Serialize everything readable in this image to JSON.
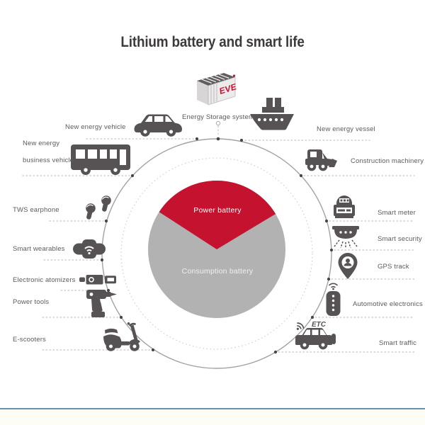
{
  "title": "Lithium battery and smart life",
  "pie": {
    "power_label": "Power battery",
    "consumption_label": "Consumption battery",
    "power_sweep_deg": 117,
    "power_share_pct_est": 32.5,
    "consumption_share_pct_est": 67.5
  },
  "storage": {
    "label": "Energy Storage system",
    "logo": "EVE",
    "icon": "battery-container-icon"
  },
  "left": [
    {
      "label": "New energy vehicle",
      "icon": "suv-car-icon"
    },
    {
      "lines": [
        "New energy",
        "business vehicle"
      ],
      "icon": "bus-icon"
    },
    {
      "label": "TWS earphone",
      "icon": "earbuds-icon"
    },
    {
      "label": "Smart wearables",
      "icon": "smart-band-wifi-icon"
    },
    {
      "label": "Electronic atomizers",
      "icon": "vape-pen-icon"
    },
    {
      "label": "Power tools",
      "icon": "drill-icon"
    },
    {
      "label": "E-scooters",
      "icon": "scooter-icon"
    }
  ],
  "right": [
    {
      "label": "New energy vessel",
      "icon": "ship-icon"
    },
    {
      "label": "Construction machinery",
      "icon": "loader-icon"
    },
    {
      "label": "Smart meter",
      "icon": "electric-meter-icon"
    },
    {
      "label": "Smart security",
      "icon": "dome-camera-icon"
    },
    {
      "label": "GPS track",
      "icon": "map-pin-person-icon"
    },
    {
      "label": "Automotive electronics",
      "icon": "key-fob-wifi-icon"
    },
    {
      "label": "Smart traffic",
      "icon": "jeep-etc-icon",
      "badge": "ETC"
    }
  ],
  "colors": {
    "brand_red": "#c5122f",
    "pie_gray": "#b3b2b2",
    "icon": "#575354",
    "text": "#5d5b5b",
    "title": "#3d3a39",
    "ring": "#a3a1a1",
    "dashed_ring": "#d0cecf",
    "leader": "#c7c5c5",
    "node": "#474445",
    "footer_line": "#6494af",
    "footer_bg": "#fdfdf3"
  }
}
